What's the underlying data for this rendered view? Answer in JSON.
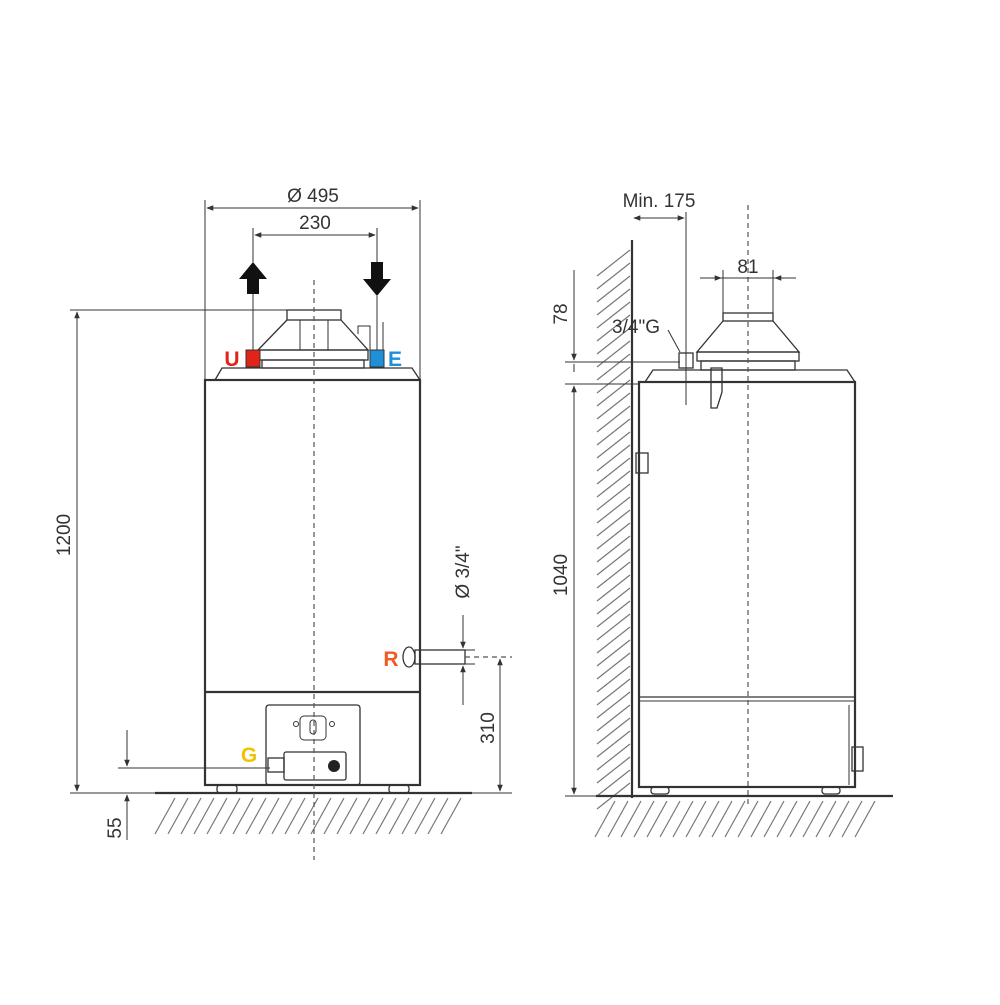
{
  "dimensions": {
    "diameter": "Ø 495",
    "connection_spacing": "230",
    "height_total": "1200",
    "foot_height": "55",
    "pipe_diameter": "Ø 3/4\"",
    "r_height": "310",
    "min_wall": "Min. 175",
    "flue_diameter": "81",
    "top_offset": "78",
    "g_thread": "3/4\"G",
    "body_height": "1040"
  },
  "labels": {
    "u": "U",
    "e": "E",
    "r": "R",
    "g": "G"
  },
  "colors": {
    "u": "#e2231a",
    "e": "#1e90d8",
    "r": "#f05a24",
    "g": "#f2c200",
    "line": "#333333"
  }
}
